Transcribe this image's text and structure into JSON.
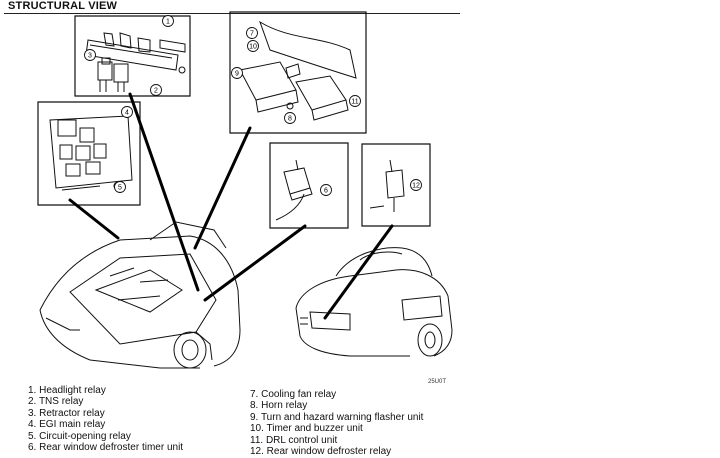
{
  "title": "STRUCTURAL VIEW",
  "figure_code": "25U0T",
  "callouts": [
    "1",
    "2",
    "3",
    "4",
    "5",
    "6",
    "7",
    "8",
    "9",
    "10",
    "11",
    "12"
  ],
  "legend": {
    "left": [
      "1. Headlight relay",
      "2. TNS relay",
      "3. Retractor relay",
      "4. EGI main relay",
      "5. Circuit-opening relay",
      "6. Rear window defroster timer unit"
    ],
    "right": [
      "7. Cooling fan relay",
      "8. Horn relay",
      "9. Turn and hazard warning flasher unit",
      "10. Timer and buzzer unit",
      "11. DRL control unit",
      "12. Rear window defroster relay"
    ]
  }
}
